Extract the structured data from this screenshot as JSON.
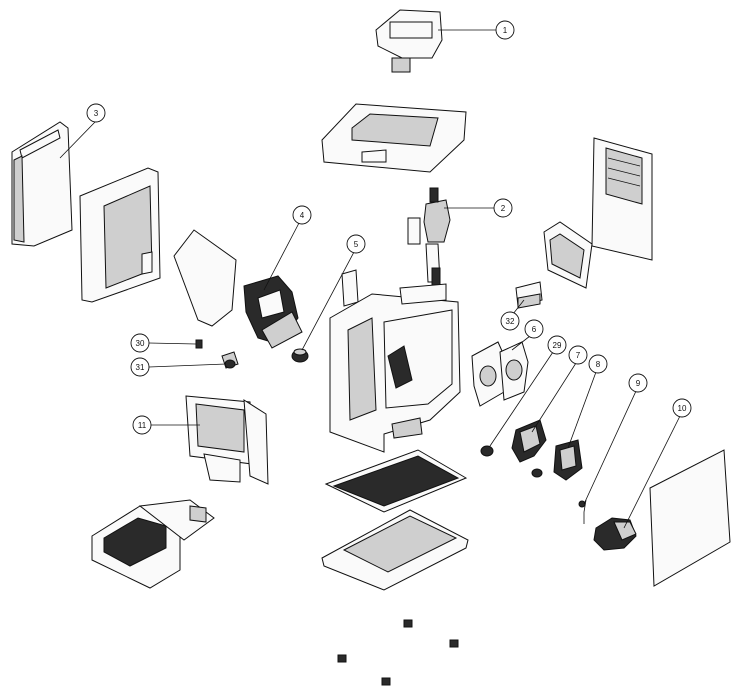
{
  "diagram": {
    "callouts": [
      {
        "id": "1",
        "label": "1"
      },
      {
        "id": "2",
        "label": "2"
      },
      {
        "id": "3",
        "label": "3"
      },
      {
        "id": "4",
        "label": "4"
      },
      {
        "id": "5",
        "label": "5"
      },
      {
        "id": "6",
        "label": "6"
      },
      {
        "id": "7",
        "label": "7"
      },
      {
        "id": "8",
        "label": "8"
      },
      {
        "id": "9",
        "label": "9"
      },
      {
        "id": "10",
        "label": "10"
      },
      {
        "id": "11",
        "label": "11"
      },
      {
        "id": "29",
        "label": "29"
      },
      {
        "id": "30",
        "label": "30"
      },
      {
        "id": "31",
        "label": "31"
      },
      {
        "id": "32",
        "label": "32"
      }
    ]
  }
}
